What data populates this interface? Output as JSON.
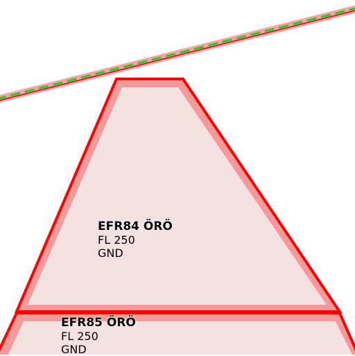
{
  "map": {
    "background": "#ffffff",
    "colors": {
      "zone_fill": "#f5e1e2",
      "zone_inner_band": "#f49a9a",
      "zone_border": "#ff0000",
      "route_band": "#f5a3a3",
      "route_line": "#d00000",
      "route_dash": "#22cc22"
    },
    "zones": [
      {
        "id": "efr84",
        "name": "EFR84 ÖRÖ",
        "upper": "FL 250",
        "lower": "GND"
      },
      {
        "id": "efr85",
        "name": "EFR85 ÖRÖ",
        "upper": "FL 250",
        "lower": "GND"
      }
    ]
  }
}
